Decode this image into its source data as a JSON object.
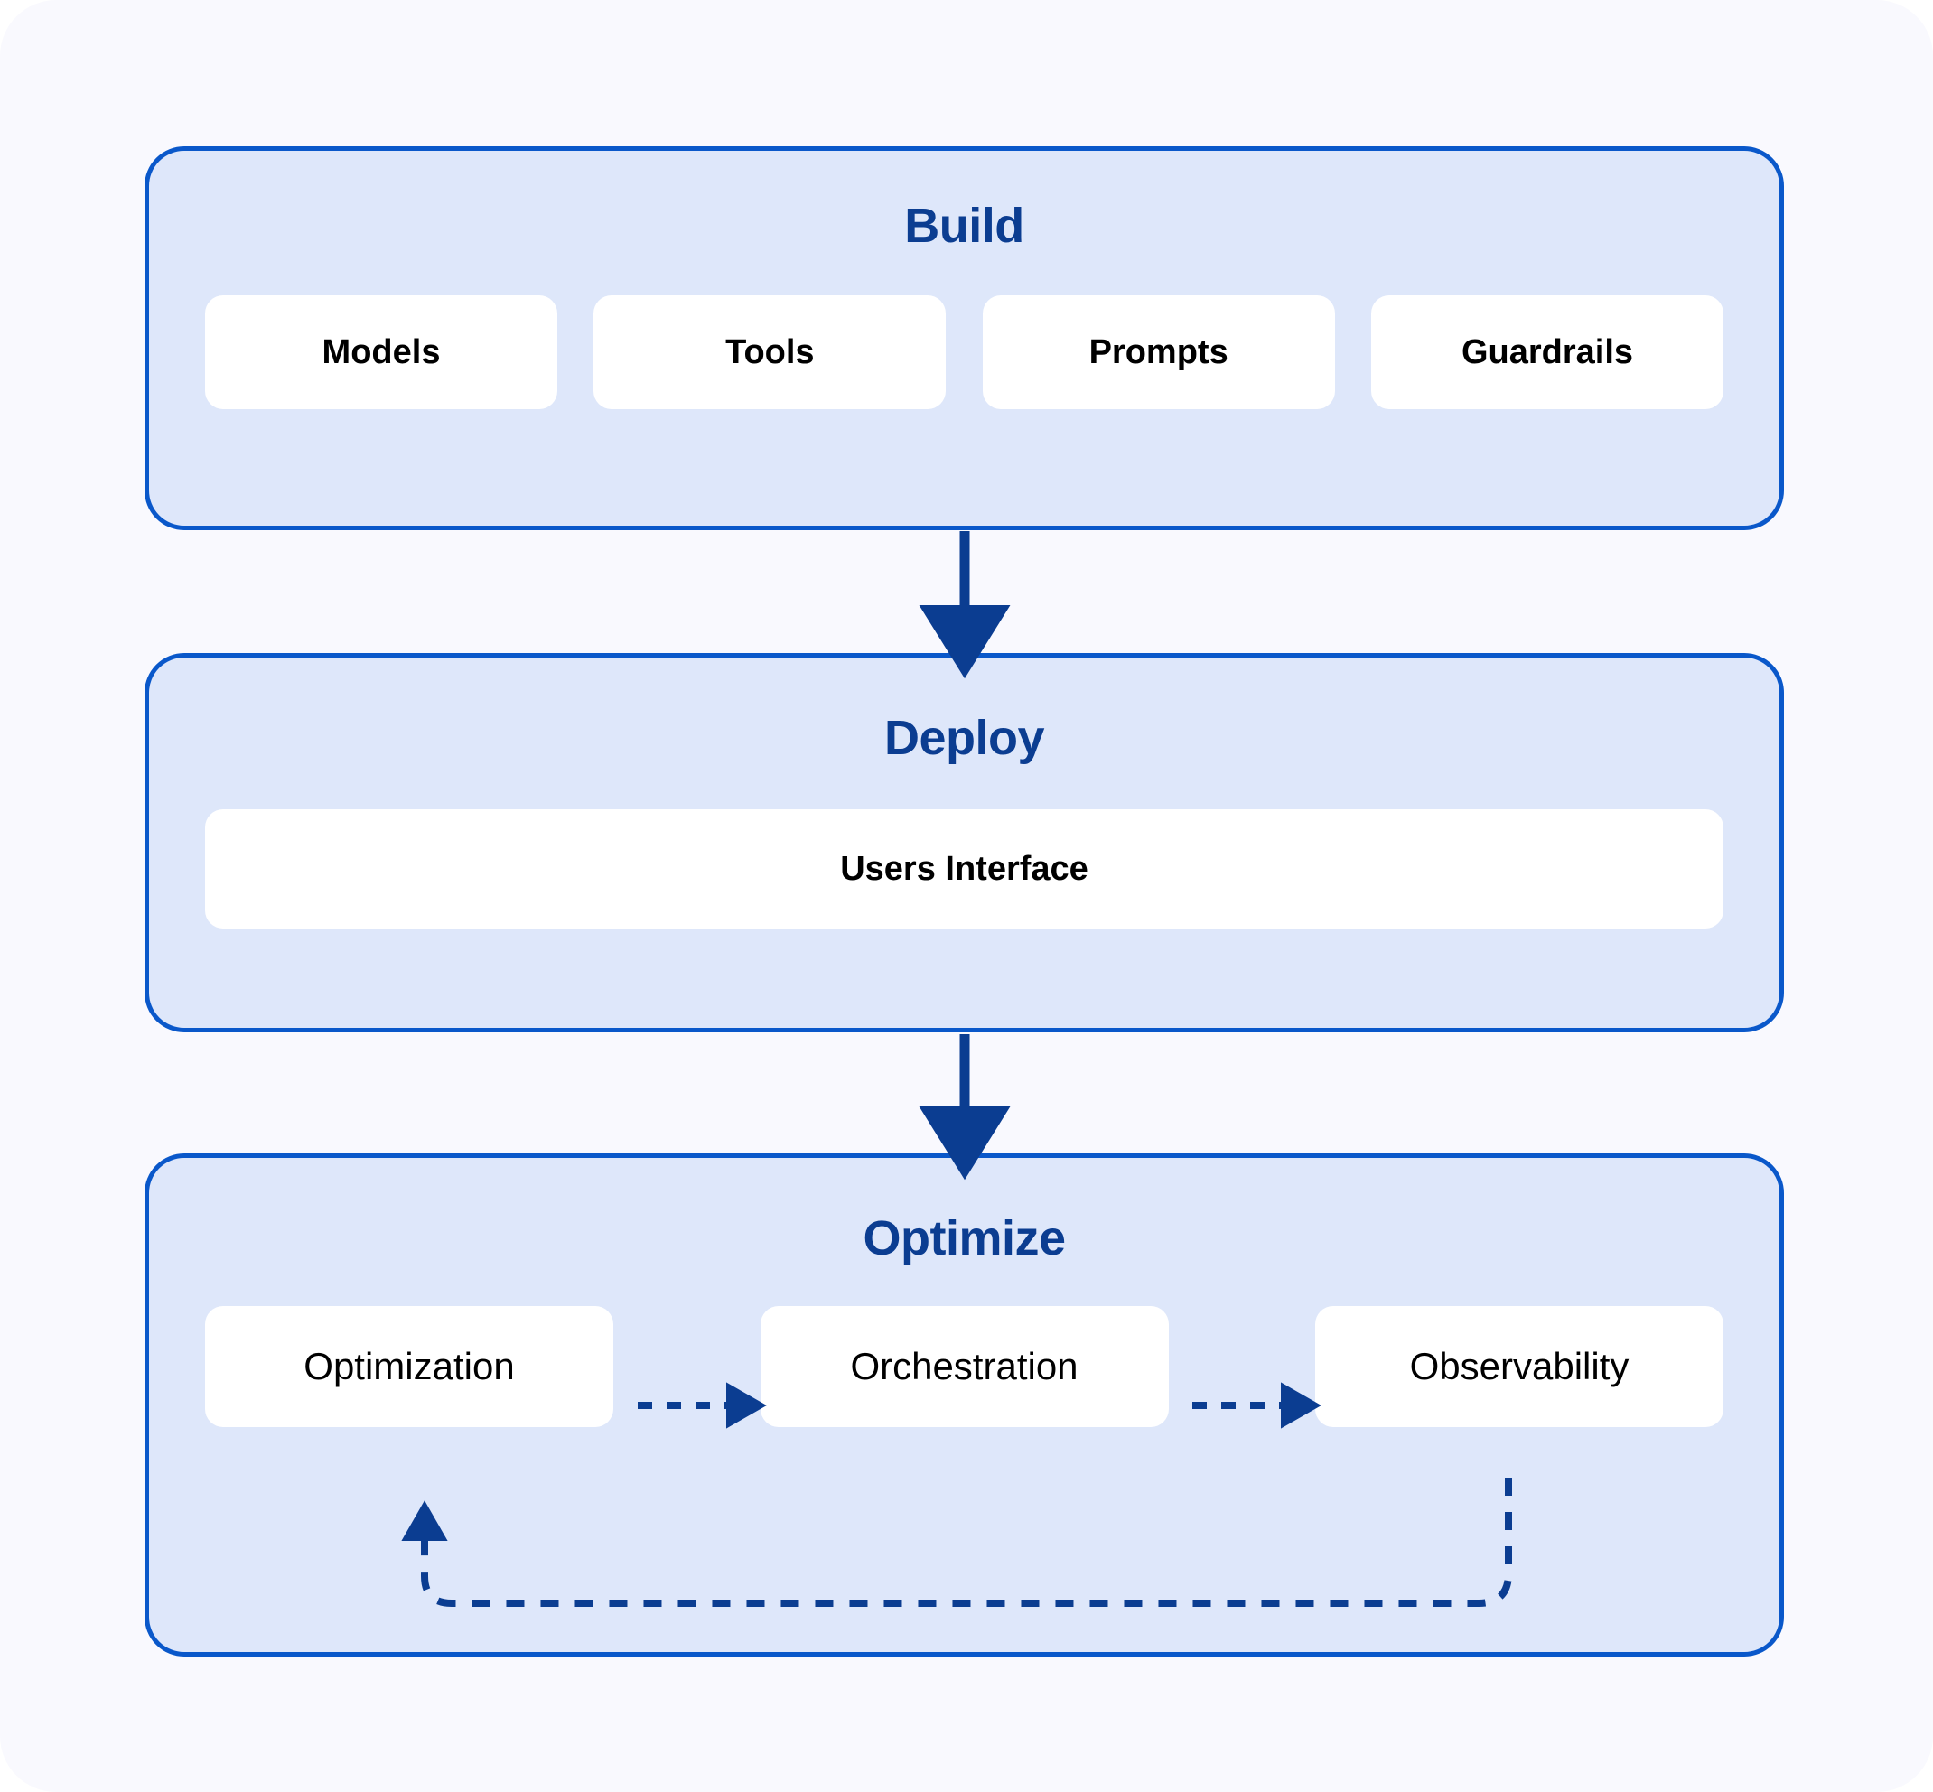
{
  "diagram": {
    "title_text": "",
    "colors": {
      "page_background": "#f9f9fe",
      "stage_background": "#dee7fa",
      "stage_border": "#0a58ca",
      "stage_title": "#0b3d91",
      "card_background": "#ffffff",
      "card_text": "#000000",
      "arrow": "#0b3d91"
    },
    "stages": [
      {
        "id": "build",
        "title": "Build",
        "cards": [
          {
            "label": "Models"
          },
          {
            "label": "Tools"
          },
          {
            "label": "Prompts"
          },
          {
            "label": "Guardrails"
          }
        ]
      },
      {
        "id": "deploy",
        "title": "Deploy",
        "cards": [
          {
            "label": "Users Interface"
          }
        ]
      },
      {
        "id": "optimize",
        "title": "Optimize",
        "cards": [
          {
            "label": "Optimization"
          },
          {
            "label": "Orchestration"
          },
          {
            "label": "Observability"
          }
        ]
      }
    ],
    "connectors": [
      {
        "from": "build",
        "to": "deploy",
        "style": "solid",
        "direction": "down",
        "name": "build-to-deploy-arrow"
      },
      {
        "from": "deploy",
        "to": "optimize",
        "style": "solid",
        "direction": "down",
        "name": "deploy-to-optimize-arrow"
      },
      {
        "from": "Optimization",
        "to": "Orchestration",
        "style": "dotted",
        "direction": "right",
        "name": "optimization-to-orchestration-arrow"
      },
      {
        "from": "Orchestration",
        "to": "Observability",
        "style": "dotted",
        "direction": "right",
        "name": "orchestration-to-observability-arrow"
      },
      {
        "from": "Observability",
        "to": "Optimization",
        "style": "dashed",
        "direction": "loop",
        "name": "observability-feedback-loop-arrow"
      }
    ]
  }
}
